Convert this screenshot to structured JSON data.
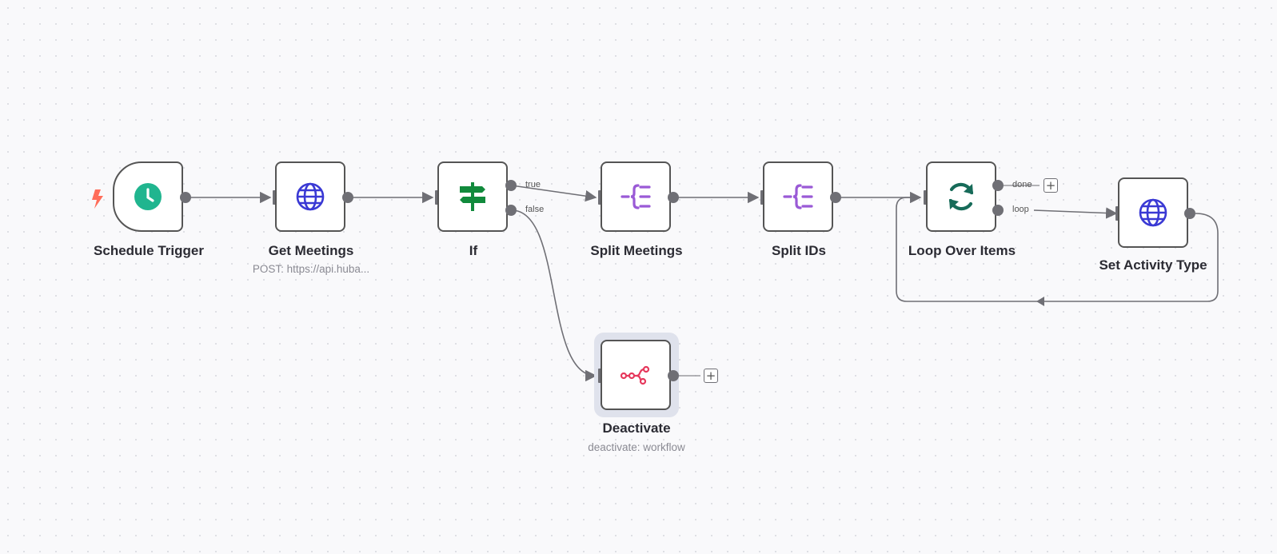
{
  "nodes": {
    "schedule_trigger": {
      "name": "Schedule Trigger",
      "icon": "clock-icon"
    },
    "get_meetings": {
      "name": "Get Meetings",
      "subtitle": "POST: https://api.huba...",
      "icon": "globe-icon"
    },
    "if": {
      "name": "If",
      "icon": "signpost-icon"
    },
    "split_meetings": {
      "name": "Split Meetings",
      "icon": "split-out-icon"
    },
    "split_ids": {
      "name": "Split IDs",
      "icon": "split-out-icon"
    },
    "loop_over_items": {
      "name": "Loop Over Items",
      "icon": "loop-icon"
    },
    "set_activity_type": {
      "name": "Set Activity Type",
      "icon": "globe-icon"
    },
    "deactivate": {
      "name": "Deactivate",
      "subtitle": "deactivate: workflow",
      "icon": "n8n-workflow-icon"
    }
  },
  "ports": {
    "if_true": "true",
    "if_false": "false",
    "loop_done": "done",
    "loop_loop": "loop"
  },
  "buttons": {
    "add_symbol": "+"
  },
  "colors": {
    "canvas": "#f9f9fb",
    "edge": "#6f6f75",
    "trigger_bolt": "#ff6d5a",
    "clock": "#20b58f",
    "globe": "#3a39d4",
    "if": "#118a3c",
    "split": "#9a5ad6",
    "loop": "#176b59",
    "deactivate": "#e6385c"
  }
}
